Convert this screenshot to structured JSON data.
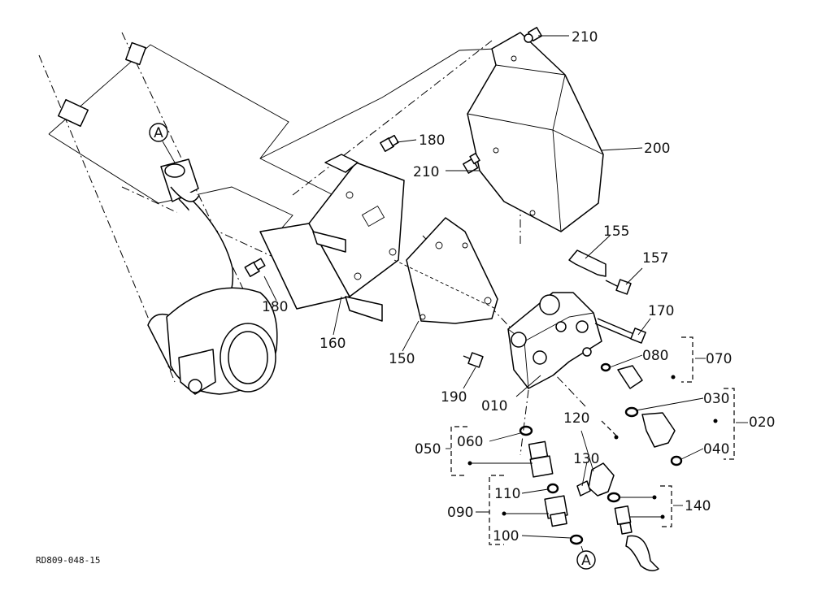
{
  "diagram": {
    "drawing_code": "RD809-048-15",
    "reference_marks": [
      "A",
      "A"
    ],
    "part_labels": {
      "p010": "010",
      "p020": "020",
      "p030": "030",
      "p040": "040",
      "p050": "050",
      "p060": "060",
      "p070": "070",
      "p080": "080",
      "p090": "090",
      "p100": "100",
      "p110": "110",
      "p120": "120",
      "p130": "130",
      "p140": "140",
      "p150": "150",
      "p155": "155",
      "p157": "157",
      "p160": "160",
      "p170": "170",
      "p180a": "180",
      "p180b": "180",
      "p190": "190",
      "p200": "200",
      "p210a": "210",
      "p210b": "210"
    }
  }
}
